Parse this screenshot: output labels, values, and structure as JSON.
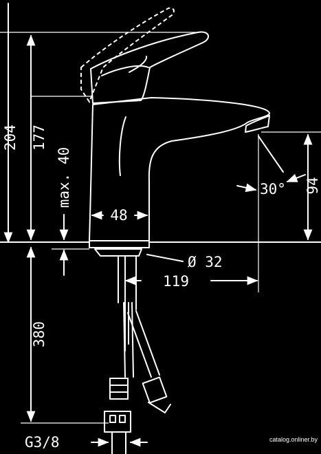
{
  "dimensions": {
    "overall_height": "204",
    "spout_height": "177",
    "max_deck": "max. 40",
    "hose_length": "380",
    "body_width": "48",
    "base_diameter": "Ø 32",
    "spout_reach": "119",
    "outlet_height": "94",
    "spray_angle": "30°",
    "thread": "G3/8"
  },
  "watermark": "catalog.onliner.by"
}
